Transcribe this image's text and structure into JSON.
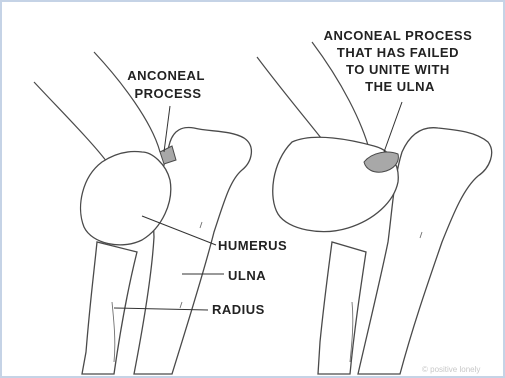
{
  "labels": {
    "anconeal_process": [
      "ANCONEAL",
      "PROCESS"
    ],
    "ununited_process": [
      "ANCONEAL PROCESS",
      "THAT HAS FAILED",
      "TO UNITE WITH",
      "THE ULNA"
    ],
    "humerus": "HUMERUS",
    "ulna": "ULNA",
    "radius": "RADIUS"
  },
  "watermark": "© positive lonely",
  "colors": {
    "outline": "#4a4a4a",
    "process_fill": "#a8a8a8",
    "text": "#222222",
    "frame_border": "#c5d3e6"
  }
}
